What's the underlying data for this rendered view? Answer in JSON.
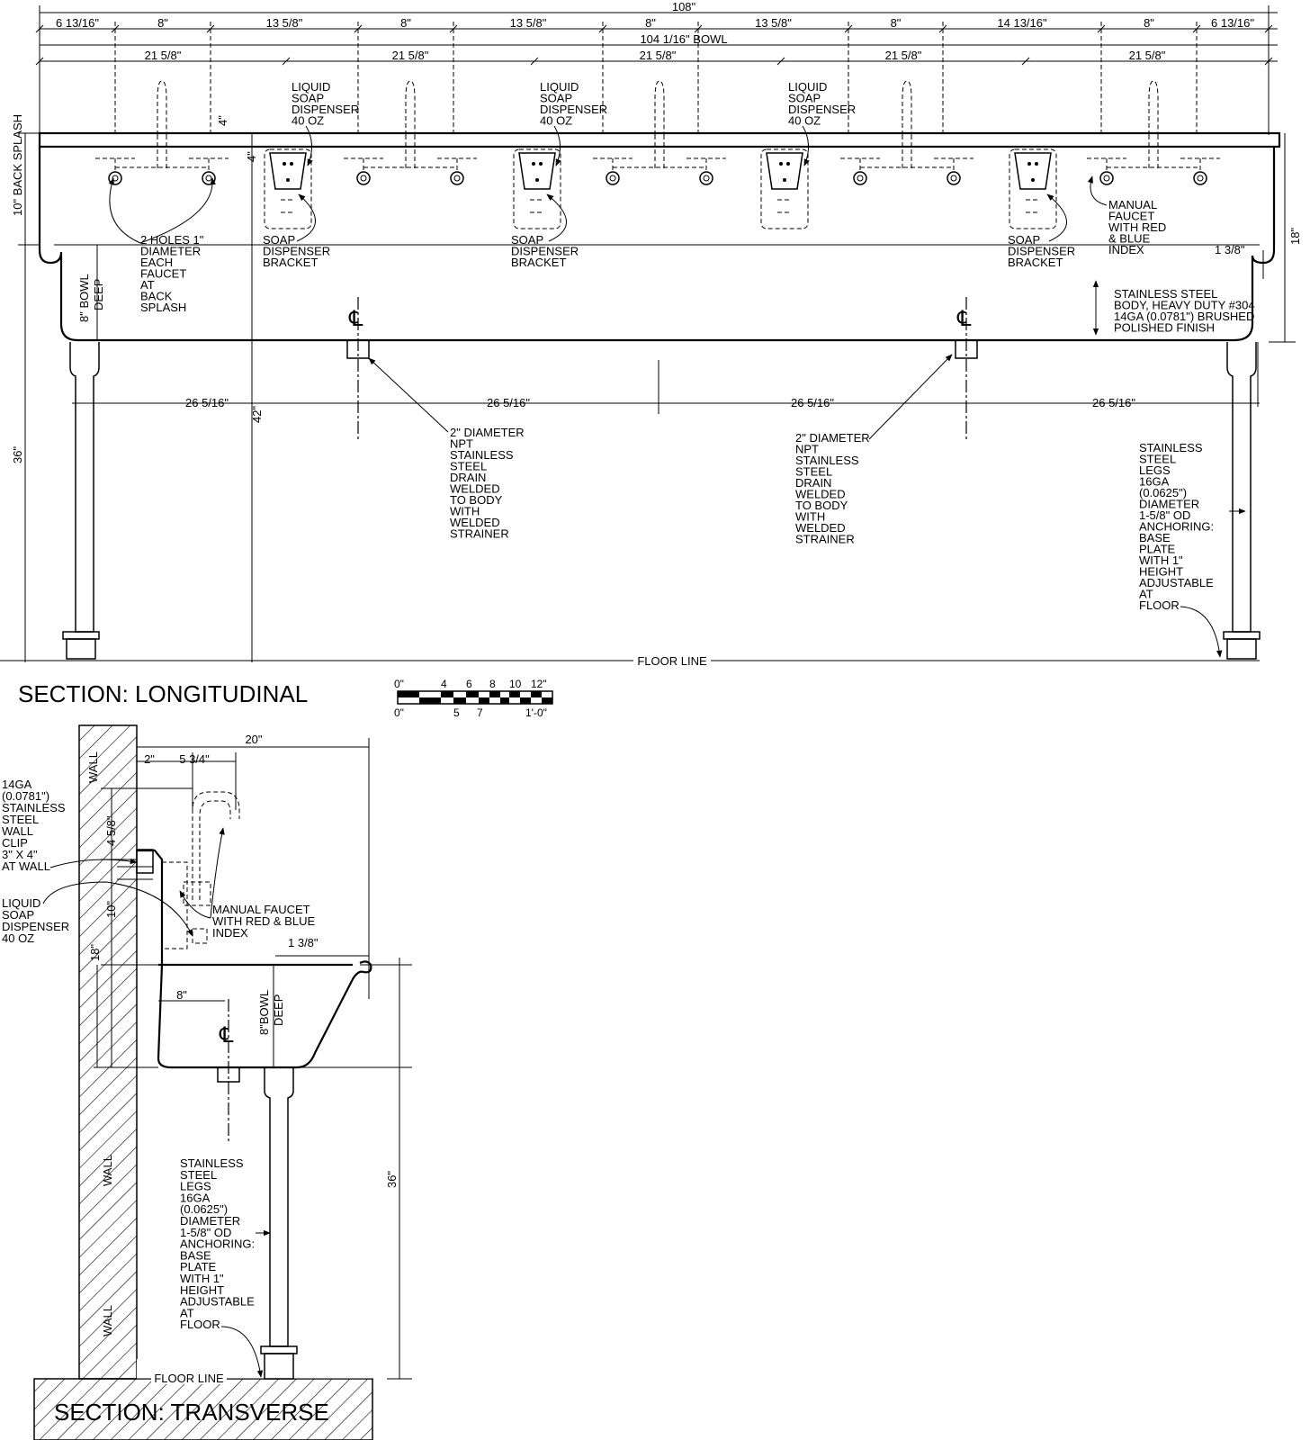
{
  "longitudinal": {
    "title": "SECTION: LONGITUDINAL",
    "dim_overall": "108\"",
    "dim_bowl": "104 1/16\" BOWL",
    "dims_row1": [
      "6 13/16\"",
      "8\"",
      "13 5/8\"",
      "8\"",
      "13 5/8\"",
      "8\"",
      "13 5/8\"",
      "8\"",
      "14 13/16\"",
      "8\"",
      "6 13/16\""
    ],
    "dims_row2": [
      "21 5/8\"",
      "21 5/8\"",
      "21 5/8\"",
      "21 5/8\"",
      "21 5/8\""
    ],
    "dims_drain": [
      "26 5/16\"",
      "26 5/16\"",
      "26 5/16\"",
      "26 5/16\""
    ],
    "dim_backsplash": "10\" BACK SPLASH",
    "dim_4a": "4\"",
    "dim_4b": "4\"",
    "dim_18": "18\"",
    "dim_1_3_8": "1 3/8\"",
    "dim_36": "36\"",
    "dim_42": "42\"",
    "bowl_deep": [
      "8\" BOWL",
      "DEEP"
    ],
    "liquid_soap": [
      "LIQUID",
      "SOAP",
      "DISPENSER",
      "40 OZ"
    ],
    "soap_bracket": [
      "SOAP",
      "DISPENSER",
      "BRACKET"
    ],
    "holes_note": [
      "2 HOLES 1\"",
      "DIAMETER",
      "EACH",
      "FAUCET",
      "AT",
      "BACK",
      "SPLASH"
    ],
    "faucet_note": [
      "MANUAL",
      "FAUCET",
      "WITH RED",
      "& BLUE",
      "INDEX"
    ],
    "body_note": [
      "STAINLESS STEEL",
      "BODY, HEAVY DUTY #304",
      "14GA (0.0781\") BRUSHED",
      "POLISHED FINISH"
    ],
    "drain_note": [
      "2\" DIAMETER",
      "NPT",
      "STAINLESS",
      "STEEL",
      "DRAIN",
      "WELDED",
      "TO BODY",
      "WITH",
      "WELDED",
      "STRAINER"
    ],
    "legs_note": [
      "STAINLESS",
      "STEEL",
      "LEGS",
      "16GA",
      "(0.0625\")",
      "DIAMETER",
      "1-5/8\" OD",
      "ANCHORING:",
      "BASE",
      "PLATE",
      "WITH 1\"",
      "HEIGHT",
      "ADJUSTABLE",
      "AT",
      "FLOOR"
    ],
    "floor_line": "FLOOR LINE"
  },
  "scale_bar": {
    "top_labels": [
      "0\"",
      "4",
      "6",
      "8",
      "10",
      "12\""
    ],
    "bottom_labels": [
      "0\"",
      "5",
      "7",
      "1'-0\""
    ]
  },
  "transverse": {
    "title": "SECTION: TRANSVERSE",
    "wall_label": "WALL",
    "dim_20": "20\"",
    "dim_2": "2\"",
    "dim_5_3_4": "5 3/4\"",
    "dim_4_5_8": "4 5/8\"",
    "dim_10": "10\"",
    "dim_18": "18\"",
    "dim_1_3_8": "1 3/8\"",
    "dim_8": "8\"",
    "bowl_deep": [
      "8\"BOWL",
      "DEEP"
    ],
    "dim_36": "36\"",
    "wall_clip_note": [
      "14GA",
      "(0.0781\")",
      "STAINLESS",
      "STEEL",
      "WALL",
      "CLIP",
      "3\" X 4\"",
      "AT WALL"
    ],
    "soap_note": [
      "LIQUID",
      "SOAP",
      "DISPENSER",
      "40 OZ"
    ],
    "faucet_note": [
      "MANUAL FAUCET",
      "WITH RED & BLUE",
      "INDEX"
    ],
    "legs_note": [
      "STAINLESS",
      "STEEL",
      "LEGS",
      "16GA",
      "(0.0625\")",
      "DIAMETER",
      "1-5/8\" OD",
      "ANCHORING:",
      "BASE",
      "PLATE",
      "WITH 1\"",
      "HEIGHT",
      "ADJUSTABLE",
      "AT",
      "FLOOR"
    ],
    "floor_line": "FLOOR LINE"
  }
}
